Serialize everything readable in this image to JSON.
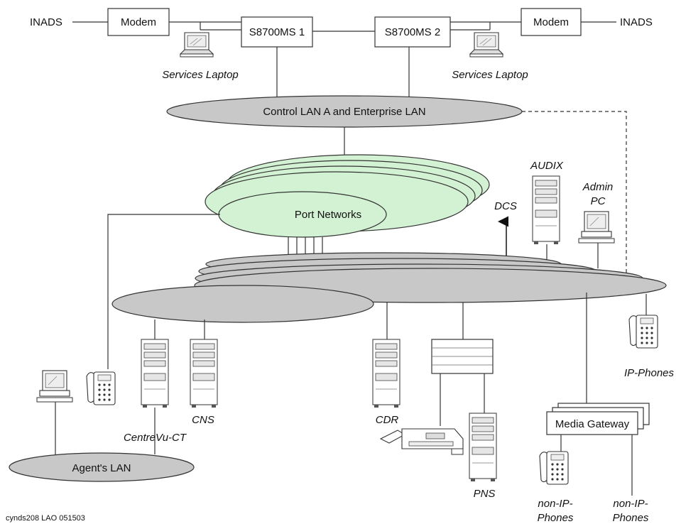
{
  "labels": {
    "inads_left": "INADS",
    "inads_right": "INADS",
    "modem_left": "Modem",
    "modem_right": "Modem",
    "server1": "S8700MS 1",
    "server2": "S8700MS 2",
    "laptop_left": "Services Laptop",
    "laptop_right": "Services Laptop",
    "control_lan": "Control LAN A and Enterprise LAN",
    "port_networks": "Port Networks",
    "dcs": "DCS",
    "audix": "AUDIX",
    "admin_pc_line1": "Admin",
    "admin_pc_line2": "PC",
    "ip_phones": "IP-Phones",
    "cns": "CNS",
    "centrevu": "CentreVu-CT",
    "agents_lan": "Agent's LAN",
    "cdr": "CDR",
    "pns": "PNS",
    "media_gateway": "Media Gateway",
    "non_ip_1_line1": "non-IP-",
    "non_ip_1_line2": "Phones",
    "non_ip_2_line1": "non-IP-",
    "non_ip_2_line2": "Phones",
    "footer": "cynds208 LAO  051503"
  },
  "colors": {
    "lan_gray": "#c8c8c8",
    "port_network_green": "#d3f2d3",
    "stroke": "#333333"
  },
  "icons": [
    "laptop-icon",
    "desktop-pc-icon",
    "server-tower-icon",
    "telephone-icon",
    "fax-machine-icon",
    "arrow-up-icon"
  ]
}
